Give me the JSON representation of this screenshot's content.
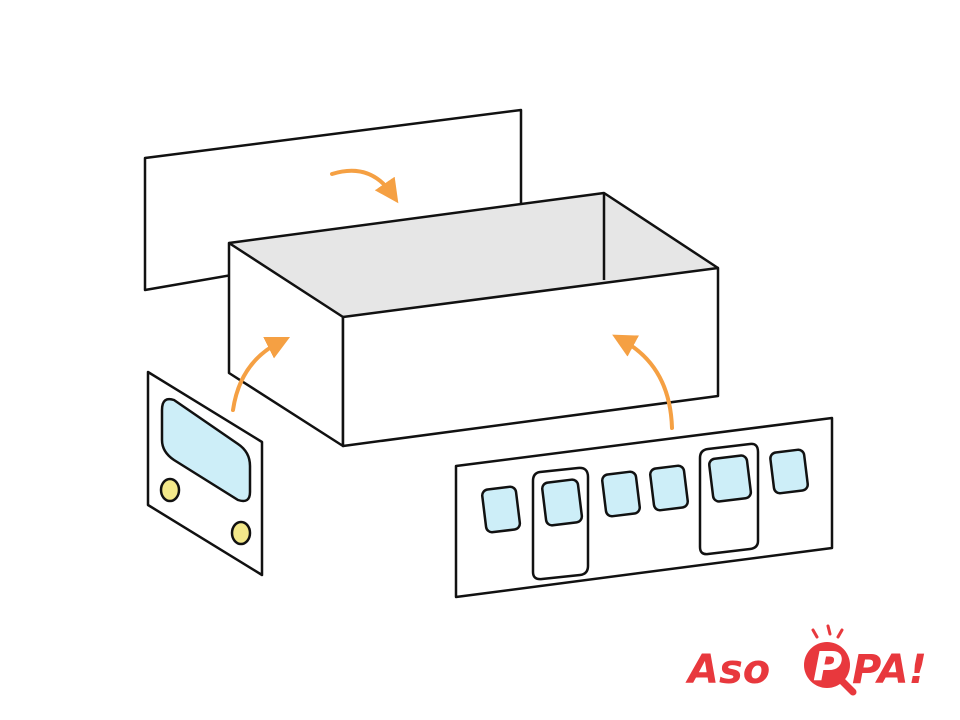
{
  "colors": {
    "outline": "#111111",
    "paper": "#ffffff",
    "box_interior": "#e6e6e6",
    "arrow": "#f5a043",
    "window_fill": "#cdeef8",
    "headlight_fill": "#f3e88a",
    "logo_red": "#e8383d"
  },
  "logo": {
    "text": "AsoPPA!",
    "parts": {
      "prefix": "Aso",
      "badge_letter": "P",
      "suffix": "PA!"
    }
  },
  "diagram": {
    "pieces": [
      {
        "id": "back-panel",
        "icon": "blank-rectangle"
      },
      {
        "id": "open-box",
        "icon": "open-cardboard-box"
      },
      {
        "id": "train-front-panel",
        "icon": "train-front-face",
        "windows": 1,
        "headlights": 2
      },
      {
        "id": "train-side-panel",
        "icon": "train-side-face",
        "windows": 6,
        "doors": 2
      }
    ],
    "arrows": [
      {
        "from": "back-panel",
        "to": "open-box",
        "icon": "curved-arrow-icon"
      },
      {
        "from": "train-front-panel",
        "to": "open-box",
        "icon": "curved-arrow-icon"
      },
      {
        "from": "train-side-panel",
        "to": "open-box",
        "icon": "curved-arrow-icon"
      }
    ]
  }
}
